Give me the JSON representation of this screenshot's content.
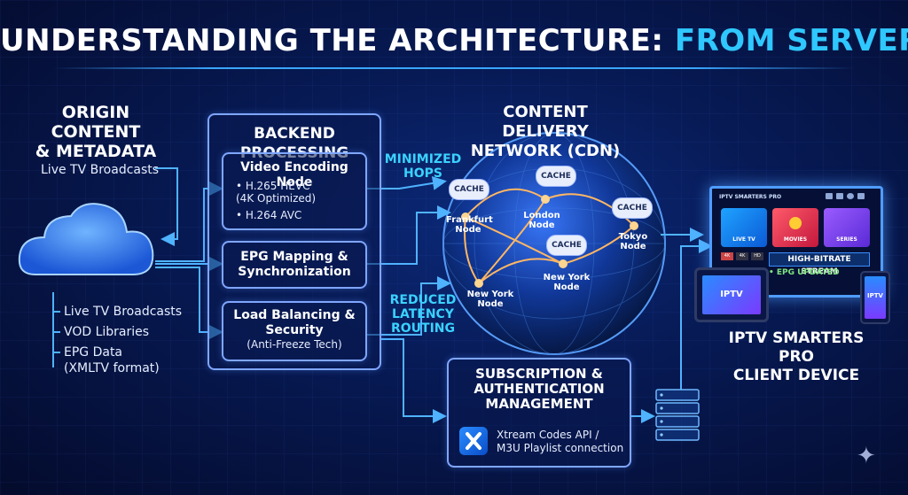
{
  "title": {
    "part1": "UNDERSTANDING THE ARCHITECTURE:",
    "part2": "FROM SERVER TO SCREEN"
  },
  "origin": {
    "header": "ORIGIN CONTENT\n& METADATA",
    "top_label": "Live TV Broadcasts",
    "items": [
      "Live TV Broadcasts",
      "VOD Libraries",
      "EPG Data\n(XMLTV format)"
    ]
  },
  "backend": {
    "header": "BACKEND PROCESSING",
    "encoding": {
      "title": "Video Encoding Node",
      "bullets": [
        "H.265 HEVC\n(4K Optimized)",
        "H.264 AVC"
      ]
    },
    "epg": {
      "title": "EPG Mapping &\nSynchronization"
    },
    "lb": {
      "title": "Load Balancing &\nSecurity",
      "subtitle": "(Anti-Freeze Tech)"
    }
  },
  "cdn": {
    "header": "CONTENT DELIVERY\nNETWORK (CDN)",
    "minimized_hops": "MINIMIZED\nHOPS",
    "reduced_latency": "REDUCED\nLATENCY\nROUTING",
    "cache_label": "CACHE",
    "nodes": [
      "Frankfurt\nNode",
      "London\nNode",
      "New York\nNode",
      "New York\nNode",
      "Tokyo\nNode"
    ]
  },
  "subscription": {
    "header": "SUBSCRIPTION &\nAUTHENTICATION\nMANAGEMENT",
    "api_text": "Xtream Codes API /\nM3U Playlist connection"
  },
  "client": {
    "brand": "IPTV SMARTERS PRO",
    "tiles": [
      "LIVE TV",
      "MOVIES",
      "SERIES"
    ],
    "badges": [
      "4K",
      "4K",
      "HD"
    ],
    "stream_banner": "HIGH-BITRATE STREAM",
    "epg_updated": "EPG UPDATED",
    "tablet_logo": "IPTV",
    "phone_logo": "IPTV",
    "caption": "IPTV SMARTERS PRO\nCLIENT DEVICE"
  },
  "colors": {
    "accent": "#2fc7ff",
    "box_border": "#7fa6ff",
    "bg": "#050d2e",
    "cache_fill": "#e8eefc"
  }
}
